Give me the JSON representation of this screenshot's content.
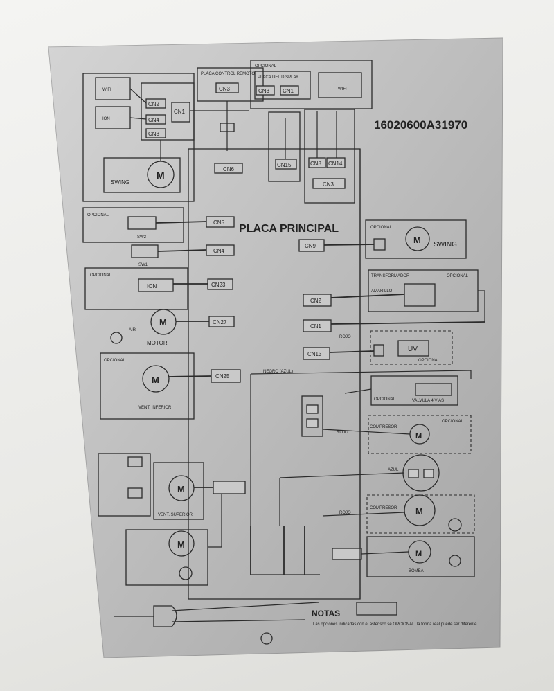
{
  "plate": {
    "code": "16020600A31970",
    "main_board": "PLACA PRINCIPAL",
    "notes_title": "NOTAS",
    "notes_text": "Las opciones indicadas con el asterisco se OPCIONAL, la forma real puede ser diferente.",
    "optional": "OPCIONAL"
  },
  "top": {
    "wifi": "WIFI",
    "pcb": "PLACA DEL DISPLAY",
    "remote": "PLACA CONTROL REMOTO",
    "display": "PLACA DEL DISPLAY",
    "wifi2": "WIFI",
    "ion": "ION",
    "cn1": "CN1",
    "cn2": "CN2",
    "cn3": "CN3",
    "cn4": "CN4",
    "cn6": "CN6",
    "cn15": "CN15",
    "cn8": "CN8",
    "cn14": "CN14"
  },
  "left": {
    "swing": "SWING",
    "motor_m": "M",
    "sw2": "SW2",
    "sw1": "SW1",
    "ion": "ION",
    "motor": "MOTOR",
    "air": "AIR",
    "vent_inferior": "VENT. INFERIOR",
    "vent_superior": "VENT. SUPERIOR",
    "cn5": "CN5",
    "cn4": "CN4",
    "cn23": "CN23",
    "cn27": "CN27",
    "cn25": "CN25"
  },
  "right": {
    "swing": "SWING",
    "cn9": "CN9",
    "transformador": "TRANSFORMADOR",
    "amarillo": "AMARILLO",
    "cn2": "CN2",
    "cn1": "CN1",
    "cn13": "CN13",
    "rojo": "ROJO",
    "uv": "UV",
    "negro_azul": "NEGRO (AZUL)",
    "valvula": "VALVULA 4 VIAS",
    "compresor": "COMPRESOR",
    "bomba": "BOMBA",
    "azul": "AZUL"
  }
}
